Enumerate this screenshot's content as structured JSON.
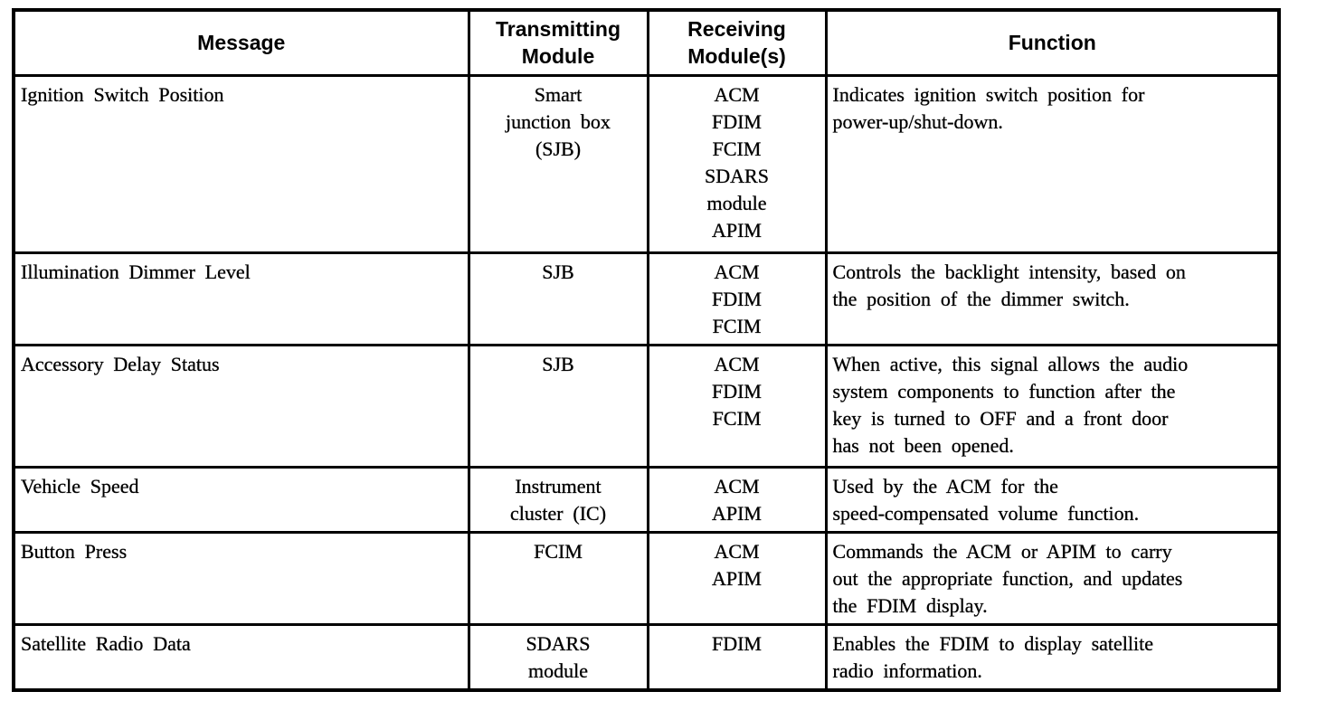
{
  "page": {
    "background_color": "#ffffff",
    "text_color": "#000000"
  },
  "table": {
    "header": {
      "message": "Message",
      "transmitting": "Transmitting Module",
      "receiving": "Receiving Module(s)",
      "function": "Function"
    },
    "rows": [
      {
        "message": "Ignition Switch Position",
        "transmitting": [
          "Smart",
          "junction box",
          "(SJB)"
        ],
        "receiving": [
          "ACM",
          "FDIM",
          "FCIM",
          "SDARS",
          "module",
          "APIM"
        ],
        "function": [
          "Indicates ignition switch position for",
          "power-up/shut-down."
        ]
      },
      {
        "message": "Illumination Dimmer Level",
        "transmitting": [
          "SJB"
        ],
        "receiving": [
          "ACM",
          "FDIM",
          "FCIM"
        ],
        "function": [
          "Controls the backlight intensity, based on",
          "the position of the dimmer switch."
        ]
      },
      {
        "message": "Accessory Delay Status",
        "transmitting": [
          "SJB"
        ],
        "receiving": [
          "ACM",
          "FDIM",
          "FCIM"
        ],
        "function": [
          "When active, this signal allows the audio",
          "system components to function after the",
          "key is turned to OFF and a front door",
          "has not been opened."
        ]
      },
      {
        "message": "Vehicle Speed",
        "transmitting": [
          "Instrument",
          "cluster (IC)"
        ],
        "receiving": [
          "ACM",
          "APIM"
        ],
        "function": [
          "Used by the ACM for the",
          "speed-compensated volume function."
        ]
      },
      {
        "message": "Button Press",
        "transmitting": [
          "FCIM"
        ],
        "receiving": [
          "ACM",
          "APIM"
        ],
        "function": [
          "Commands the ACM or APIM to carry",
          "out the appropriate function, and updates",
          "the FDIM display."
        ]
      },
      {
        "message": "Satellite Radio Data",
        "transmitting": [
          "SDARS",
          "module"
        ],
        "receiving": [
          "FDIM"
        ],
        "function": [
          "Enables the FDIM to display satellite",
          "radio information."
        ]
      }
    ]
  }
}
